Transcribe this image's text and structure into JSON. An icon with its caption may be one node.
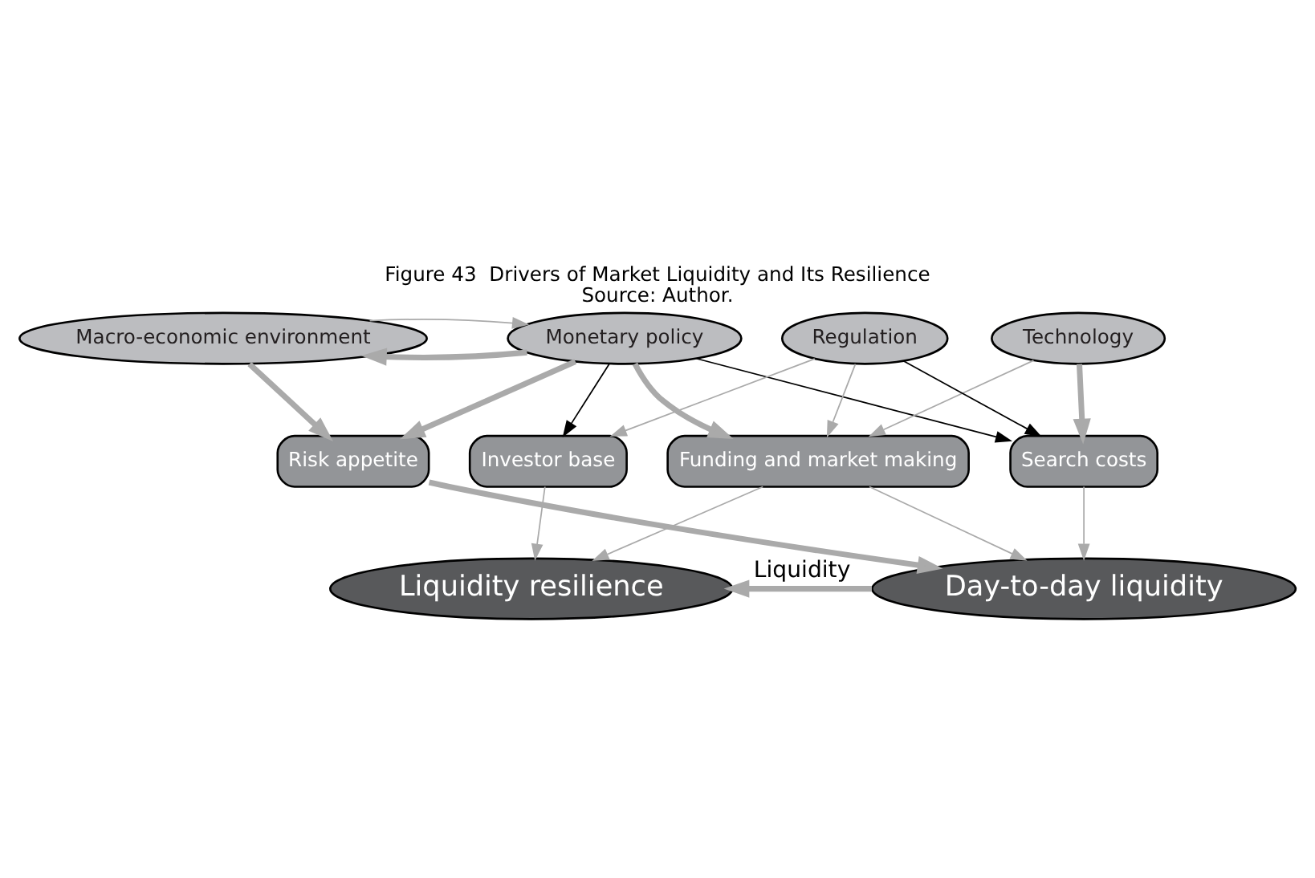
{
  "diagram": {
    "title": "Figure 43  Drivers of Market Liquidity and Its Resilience",
    "caption": "Source: Author.",
    "nodes": [
      {
        "text": [
          "Macro-economic environment"
        ]
      },
      {
        "text": [
          "Monetary policy"
        ]
      },
      {
        "text": [
          "Technology"
        ]
      },
      {
        "text": [
          "Regulation"
        ]
      },
      {
        "text": [
          "Risk appetite"
        ]
      },
      {
        "text": [
          "Funding and market making"
        ]
      },
      {
        "text": [
          "Search costs"
        ]
      },
      {
        "text": [
          "Investor base"
        ]
      },
      {
        "text": [
          "Day-to-day liquidity"
        ]
      },
      {
        "text": [
          "Liquidity resilience"
        ]
      }
    ],
    "edges": [
      {
        "from": 1,
        "to": 0,
        "arrow": "to",
        "style": "thick",
        "color": "#aaaaaa"
      },
      {
        "from": 0,
        "to": 1,
        "arrow": "to",
        "color": "#aaaaaa"
      },
      {
        "from": 0,
        "to": 4,
        "arrow": "to",
        "style": "thick",
        "color": "#aaaaaa"
      },
      {
        "from": 1,
        "to": 4,
        "arrow": "to",
        "style": "thick",
        "color": "#aaaaaa"
      },
      {
        "from": 1,
        "to": 5,
        "arrow": "to",
        "style": "thick",
        "color": "#aaaaaa"
      },
      {
        "from": 1,
        "to": 6,
        "arrow": "to",
        "color": "#000000"
      },
      {
        "from": 1,
        "to": 7,
        "arrow": "to",
        "color": "#000000"
      },
      {
        "from": 2,
        "to": 5,
        "arrow": "to",
        "color": "#aaaaaa"
      },
      {
        "from": 2,
        "to": 6,
        "arrow": "to",
        "style": "thick",
        "color": "#aaaaaa"
      },
      {
        "from": 3,
        "to": 5,
        "arrow": "to",
        "color": "#aaaaaa"
      },
      {
        "from": 3,
        "to": 6,
        "arrow": "to",
        "color": "#000000"
      },
      {
        "from": 3,
        "to": 7,
        "arrow": "to",
        "color": "#aaaaaa"
      },
      {
        "from": 4,
        "to": 8,
        "arrow": "to",
        "style": "thick",
        "color": "#aaaaaa"
      },
      {
        "from": 5,
        "to": 8,
        "arrow": "to",
        "color": "#aaaaaa"
      },
      {
        "from": 5,
        "to": 9,
        "arrow": "to",
        "color": "#aaaaaa"
      },
      {
        "from": 6,
        "to": 8,
        "arrow": "to",
        "color": "#aaaaaa"
      },
      {
        "from": 7,
        "to": 9,
        "arrow": "to",
        "color": "#aaaaaa"
      },
      {
        "from": 8,
        "to": 9,
        "arrow": "to",
        "style": "thick",
        "color": "#aaaaaa",
        "label": "Liquidity"
      }
    ]
  }
}
